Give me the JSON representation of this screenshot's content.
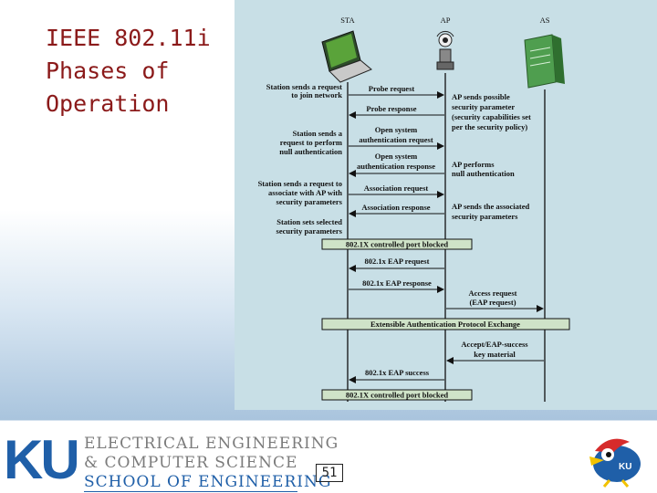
{
  "title_lines": [
    "IEEE 802.11i",
    "Phases of",
    "Operation"
  ],
  "diagram": {
    "entities": [
      "STA",
      "AP",
      "AS"
    ],
    "left_notes": [
      [
        "Station sends a request",
        "to join network"
      ],
      [
        "Station sends a",
        "request to perform",
        "null authentication"
      ],
      [
        "Station sends a request to",
        "associate with AP with",
        "security parameters"
      ],
      [
        "Station sets selected",
        "security parameters"
      ]
    ],
    "right_notes": [
      [
        "AP sends possible",
        "security parameter",
        "(security capabilities set",
        "per the security policy)"
      ],
      [
        "AP performs",
        "null authentication"
      ],
      [
        "AP sends the associated",
        "security parameters"
      ],
      [
        "Accept/EAP-success",
        "key material"
      ]
    ],
    "messages": [
      [
        "Probe request"
      ],
      [
        "Probe response"
      ],
      [
        "Open system",
        "authentication request"
      ],
      [
        "Open system",
        "authentication  response"
      ],
      [
        "Association request"
      ],
      [
        "Association response"
      ],
      [
        "802.1x EAP request"
      ],
      [
        "802.1x EAP response"
      ],
      [
        "Access request",
        "(EAP request)"
      ],
      [
        "802.1x EAP success"
      ]
    ],
    "bars": [
      "802.1X controlled port blocked",
      "Extensible Authentication Protocol Exchange",
      "802.1X controlled port blocked"
    ]
  },
  "footer": {
    "logo_text": "KU",
    "dept_line1": "ELECTRICAL ENGINEERING",
    "dept_line2": "& COMPUTER SCIENCE",
    "school": "SCHOOL OF ENGINEERING",
    "page_number": "51"
  }
}
